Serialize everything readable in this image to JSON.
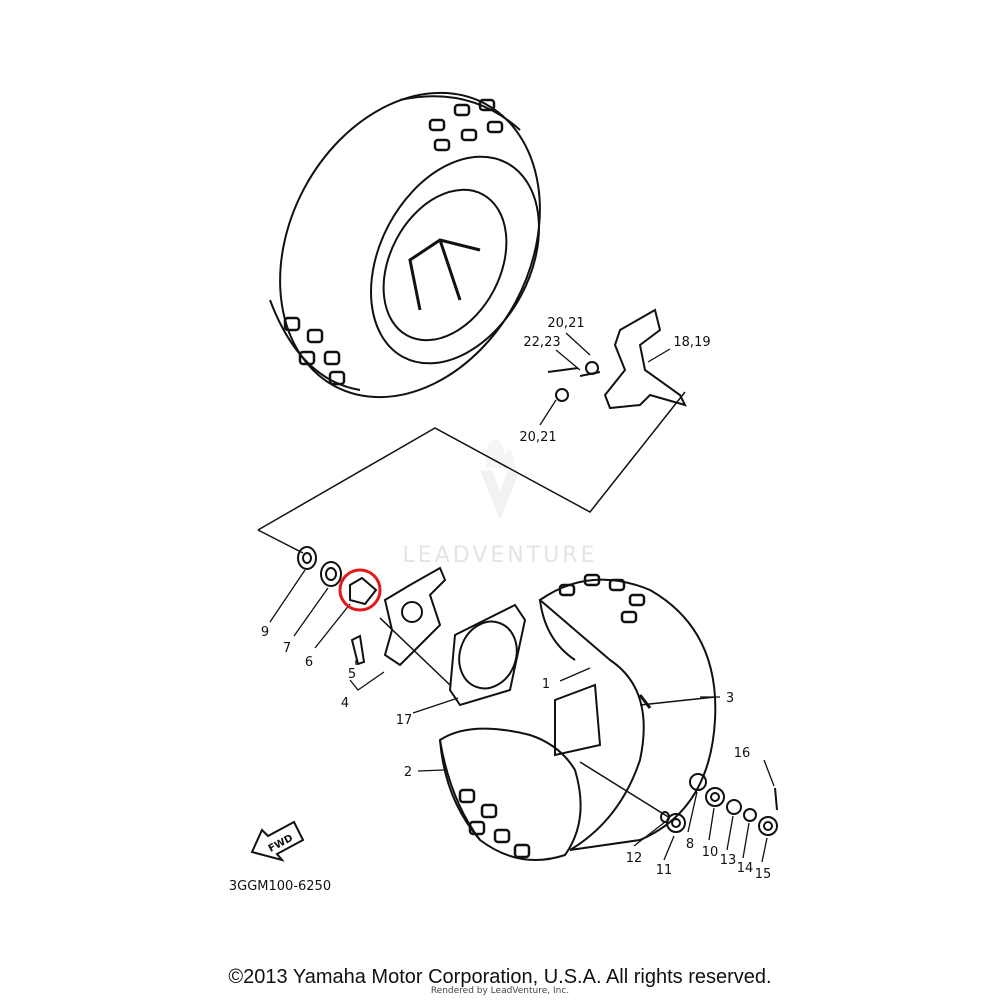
{
  "watermark": "LEADVENTURE",
  "diagram_code": "3GGM100-6250",
  "fwd_label": "FWD",
  "highlight_color": "#e01b1b",
  "callouts": {
    "c1": "1",
    "c2": "2",
    "c3": "3",
    "c4": "4",
    "c5": "5",
    "c6": "6",
    "c7": "7",
    "c8": "8",
    "c9": "9",
    "c10": "10",
    "c11": "11",
    "c12": "12",
    "c13": "13",
    "c14": "14",
    "c15": "15",
    "c16": "16",
    "c17": "17",
    "c18_19": "18,19",
    "c20_21_top": "20,21",
    "c22_23": "22,23",
    "c20_21_bottom": "20,21"
  },
  "footer": {
    "copyright": "©2013 Yamaha Motor Corporation, U.S.A. All rights reserved.",
    "rendered_by": "Rendered by LeadVenture, Inc."
  }
}
